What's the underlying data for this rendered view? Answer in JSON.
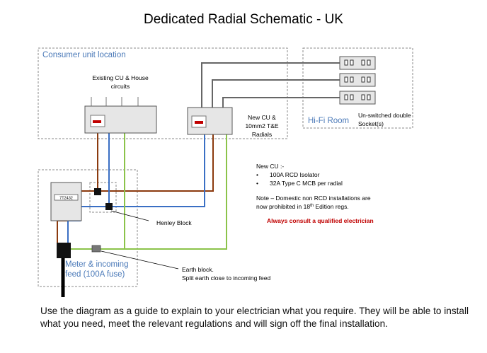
{
  "title": "Dedicated Radial Schematic - UK",
  "regions": {
    "consumer_unit": "Consumer unit location",
    "hifi_room": "Hi-Fi Room",
    "meter_line1": "Meter & incoming",
    "meter_line2": "feed (100A fuse)"
  },
  "labels": {
    "existing_cu_line1": "Existing CU & House",
    "existing_cu_line2": "circuits",
    "new_cu_line1": "New CU &",
    "new_cu_line2": "10mm2 T&E",
    "new_cu_line3": "Radials",
    "sockets_line1": "Un-switched double",
    "sockets_line2": "Socket(s)",
    "henley": "Henley Block",
    "earth_line1": "Earth block.",
    "earth_line2": "Split earth close to incoming feed",
    "meter_display": "7T2432"
  },
  "notes": {
    "heading": "New CU :-",
    "bullet1": "100A RCD Isolator",
    "bullet2": "32A Type C MCB per radial",
    "note_line1": "Note – Domestic non RCD installations are",
    "note_line2_a": "now prohibited in 18",
    "note_line2_sup": "th",
    "note_line2_b": " Edition regs.",
    "warning": "Always consult a qualified electrician"
  },
  "footer": "Use the diagram as a guide to explain to your electrician what you require. They will be able to install what you need, meet the relevant regulations and will sign off the final installation.",
  "colors": {
    "live": "#8b3a0e",
    "neutral": "#3a6fc4",
    "earth": "#8bc34a",
    "radial": "#666666",
    "warning": "#c00000",
    "region_label": "#4a79b8"
  }
}
